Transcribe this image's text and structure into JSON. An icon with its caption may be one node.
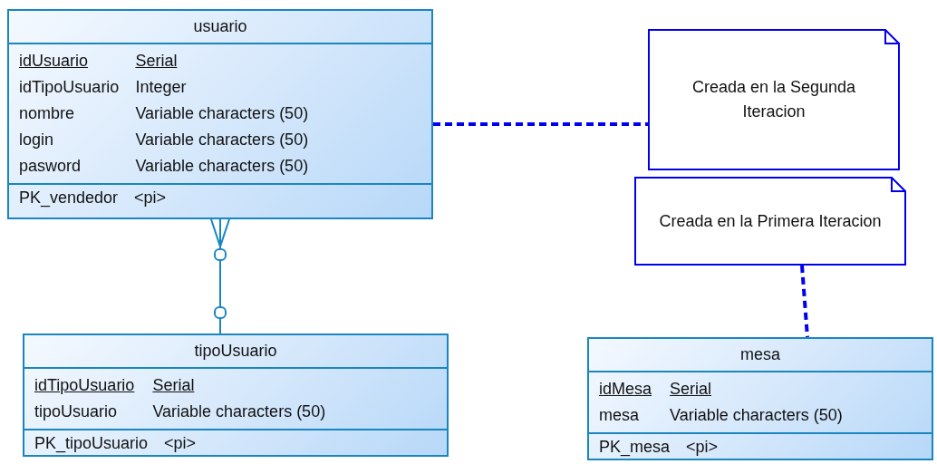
{
  "diagram": {
    "nodes": [
      {
        "text": [
          "usuario",
          "idUsuario",
          "Serial",
          "idTipoUsuario",
          "Integer",
          "nombre",
          "Variable characters (50)",
          "login",
          "Variable characters (50)",
          "pasword",
          "Variable characters (50)",
          "PK_vendedor",
          "<pi>"
        ]
      },
      {
        "text": [
          "Creada en la Segunda Iteracion"
        ]
      },
      {
        "text": [
          "Creada en la Primera Iteracion"
        ]
      },
      {
        "text": [
          "tipoUsuario",
          "idTipoUsuario",
          "Serial",
          "tipoUsuario",
          "Variable characters (50)",
          "PK_tipoUsuario",
          "<pi>"
        ]
      },
      {
        "text": [
          "mesa",
          "idMesa",
          "Serial",
          "mesa",
          "Variable characters (50)",
          "PK_mesa",
          "<pi>"
        ]
      }
    ],
    "edges": [
      {
        "from": 3,
        "to": 0,
        "arrow": "other",
        "color": "#1a86c0"
      },
      {
        "from": 0,
        "to": 1,
        "arrow": "none",
        "style": "dashed",
        "color": "#0000ee"
      },
      {
        "from": 2,
        "to": 4,
        "arrow": "none",
        "style": "dashed",
        "color": "#0000ee"
      }
    ]
  }
}
